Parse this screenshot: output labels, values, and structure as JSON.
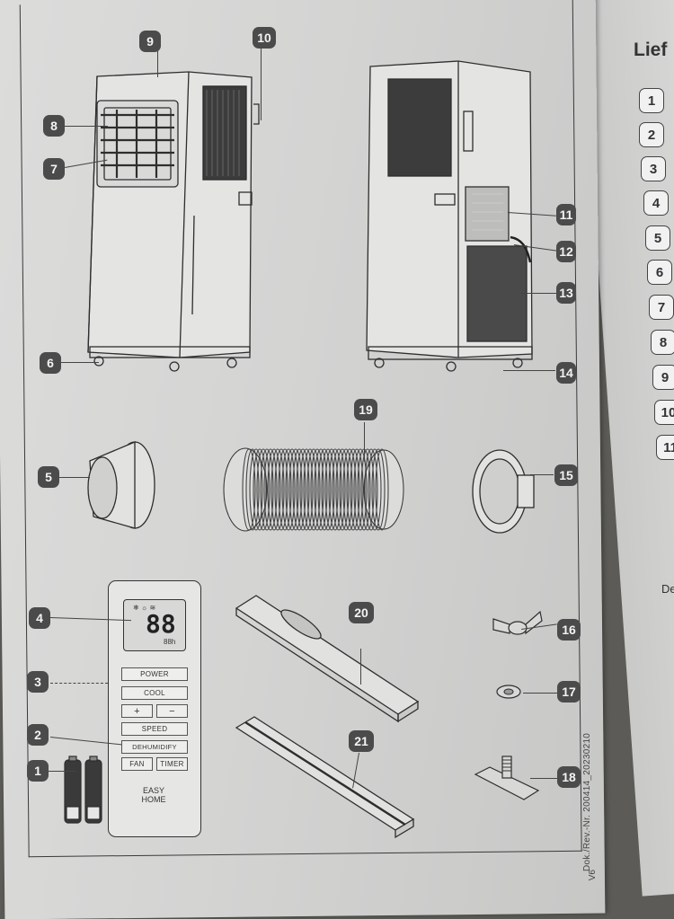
{
  "diagram": {
    "part_numbers": [
      "1",
      "2",
      "3",
      "4",
      "5",
      "6",
      "7",
      "8",
      "9",
      "10",
      "11",
      "12",
      "13",
      "14",
      "15",
      "16",
      "17",
      "18",
      "19",
      "20",
      "21"
    ]
  },
  "remote": {
    "buttons": {
      "power": "POWER",
      "cool": "COOL",
      "plus": "+",
      "minus": "−",
      "speed": "SPEED",
      "dehumidify": "DEHUMIDIFY",
      "fan": "FAN",
      "timer": "TIMER"
    },
    "display_digits": "88",
    "display_small": "88h",
    "brand": "EASY HOME"
  },
  "right_page": {
    "heading_partial": "Lief",
    "list_numbers": [
      "1",
      "2",
      "3",
      "4",
      "5",
      "6",
      "7",
      "8",
      "9",
      "10",
      "11"
    ],
    "partial_text": "De"
  },
  "footer": {
    "doc_ref": "Dok./Rev.-Nr. 200414_20230210",
    "version": "V6"
  }
}
